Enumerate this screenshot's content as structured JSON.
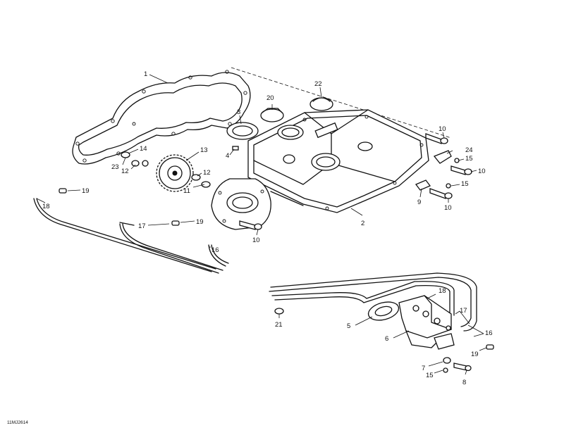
{
  "diagram": {
    "reference_code": "11MJ2614",
    "callouts": [
      {
        "id": "c1",
        "label": "1"
      },
      {
        "id": "c2",
        "label": "2"
      },
      {
        "id": "c3",
        "label": "3"
      },
      {
        "id": "c4",
        "label": "4"
      },
      {
        "id": "c5",
        "label": "5"
      },
      {
        "id": "c6",
        "label": "6"
      },
      {
        "id": "c7",
        "label": "7"
      },
      {
        "id": "c8",
        "label": "8"
      },
      {
        "id": "c9",
        "label": "9"
      },
      {
        "id": "c10a",
        "label": "10"
      },
      {
        "id": "c10b",
        "label": "10"
      },
      {
        "id": "c10c",
        "label": "10"
      },
      {
        "id": "c10d",
        "label": "10"
      },
      {
        "id": "c11a",
        "label": "11"
      },
      {
        "id": "c12a",
        "label": "12"
      },
      {
        "id": "c12b",
        "label": "12"
      },
      {
        "id": "c13",
        "label": "13"
      },
      {
        "id": "c14",
        "label": "14"
      },
      {
        "id": "c15a",
        "label": "15"
      },
      {
        "id": "c15b",
        "label": "15"
      },
      {
        "id": "c15c",
        "label": "15"
      },
      {
        "id": "c16a",
        "label": "16"
      },
      {
        "id": "c16b",
        "label": "16"
      },
      {
        "id": "c17a",
        "label": "17"
      },
      {
        "id": "c17b",
        "label": "17"
      },
      {
        "id": "c18a",
        "label": "18"
      },
      {
        "id": "c18b",
        "label": "18"
      },
      {
        "id": "c19a",
        "label": "19"
      },
      {
        "id": "c19b",
        "label": "19"
      },
      {
        "id": "c19c",
        "label": "19"
      },
      {
        "id": "c20",
        "label": "20"
      },
      {
        "id": "c21",
        "label": "21"
      },
      {
        "id": "c22",
        "label": "22"
      },
      {
        "id": "c23",
        "label": "23"
      },
      {
        "id": "c24",
        "label": "24"
      }
    ]
  }
}
